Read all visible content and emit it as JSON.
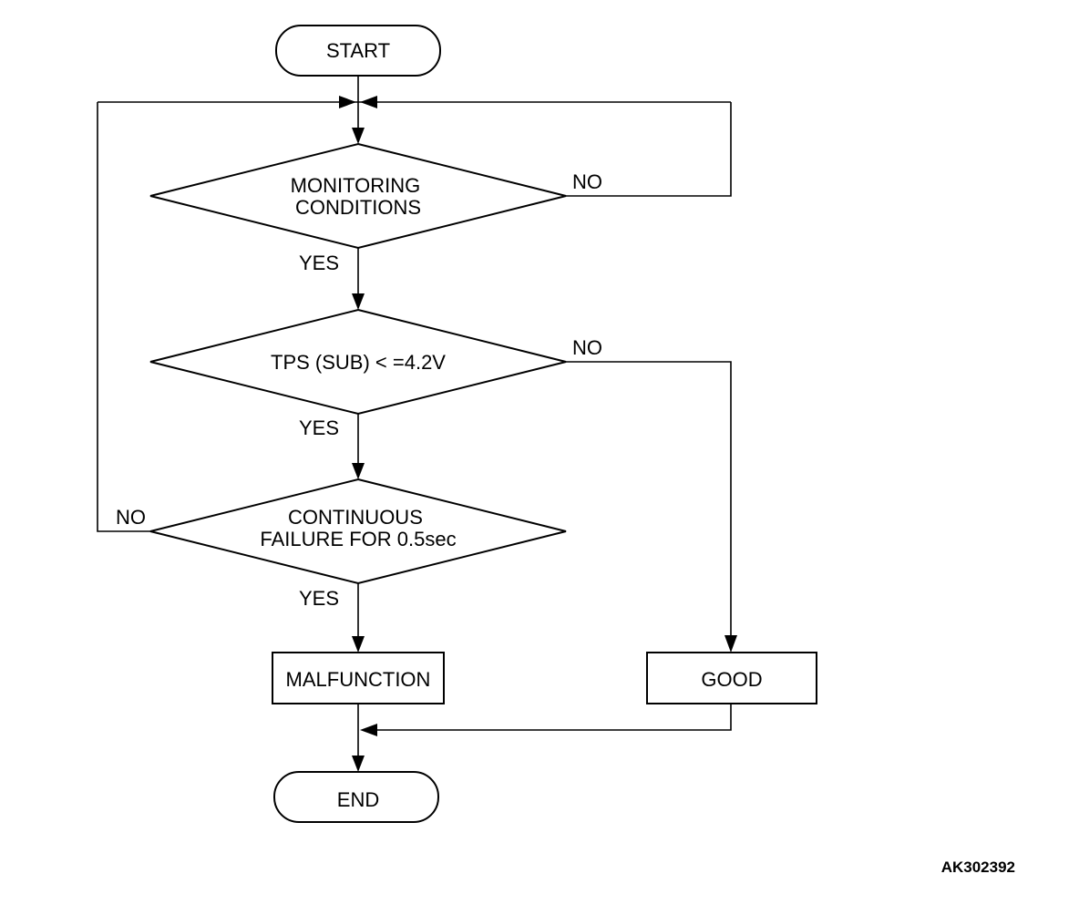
{
  "nodes": {
    "start": "START",
    "monitoring": [
      "MONITORING",
      "CONDITIONS"
    ],
    "tps": "TPS (SUB) < =4.2V",
    "continuous": [
      "CONTINUOUS",
      "FAILURE FOR 0.5sec"
    ],
    "malfunction": "MALFUNCTION",
    "good": "GOOD",
    "end": "END"
  },
  "branches": {
    "monitoring_no": "NO",
    "monitoring_yes": "YES",
    "tps_no": "NO",
    "tps_yes": "YES",
    "continuous_no": "NO",
    "continuous_yes": "YES"
  },
  "figure_code": "AK302392"
}
